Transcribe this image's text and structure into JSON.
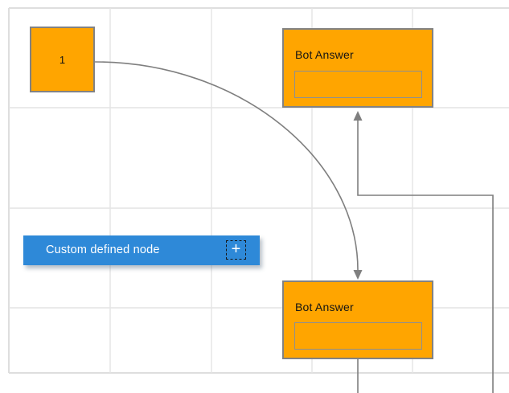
{
  "canvas": {
    "background_color": "#FFFFFF",
    "grid_color": "#E4E4E4",
    "page_border_color": "#DEDEDE"
  },
  "nodes": {
    "node1": {
      "label": "1",
      "fill": "#FFA500",
      "border_color": "#828282"
    },
    "bot_answer_top": {
      "title": "Bot Answer",
      "input_value": "",
      "fill": "#FFA500",
      "border_color": "#828282"
    },
    "bot_answer_bottom": {
      "title": "Bot Answer",
      "input_value": "",
      "fill": "#FFA500",
      "border_color": "#828282"
    },
    "custom": {
      "label": "Custom defined node",
      "add_button": "+",
      "add_button_icon": "plus-icon",
      "fill": "#2E89D8",
      "text_color": "#FFFFFF"
    }
  },
  "connectors": {
    "color": "#7F7F7F",
    "items": [
      {
        "id": "curve-link",
        "type": "bezier",
        "from": "node1-right",
        "to": "bot-answer-bottom-top",
        "arrow": "down"
      },
      {
        "id": "ortho-link",
        "type": "orthogonal",
        "from": "bottom-edge-offscreen",
        "to": "bot-answer-top-bottom",
        "arrow": "up"
      },
      {
        "id": "bottom-stub",
        "type": "straight",
        "from": "bot-answer-bottom-bottom",
        "to": "offscreen-bottom",
        "arrow": "none"
      }
    ]
  }
}
